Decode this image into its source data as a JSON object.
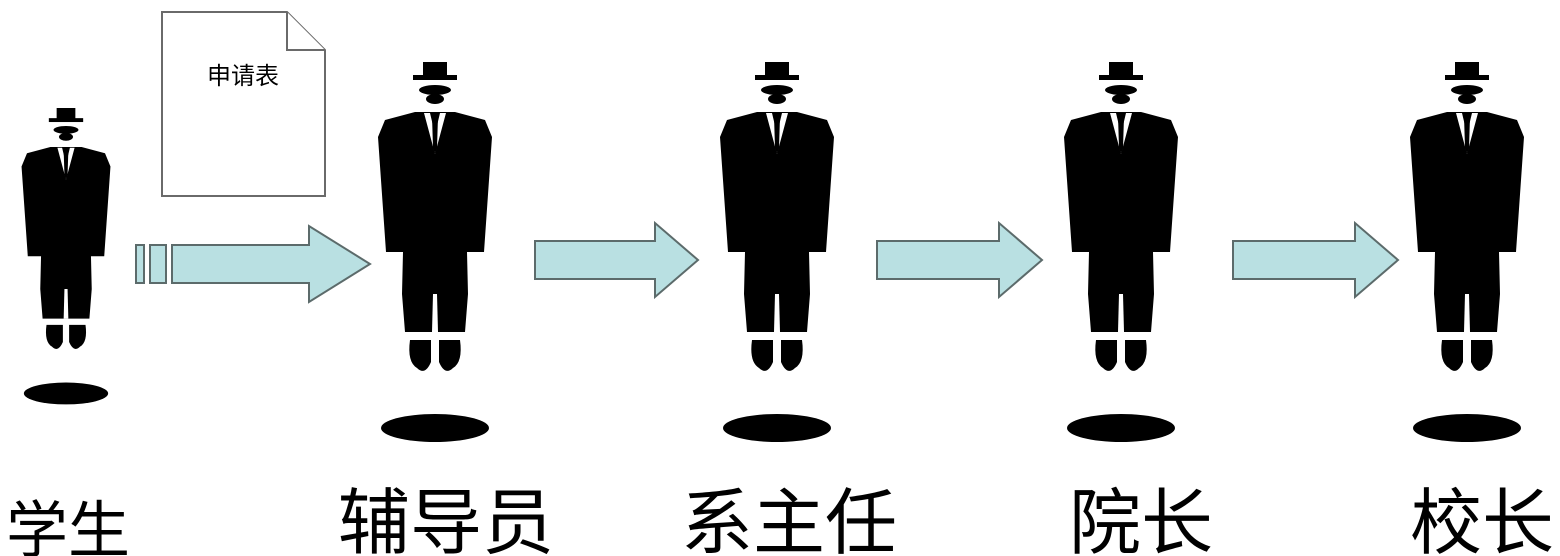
{
  "document": {
    "label": "申请表"
  },
  "roles": [
    {
      "id": "student",
      "label": "学生"
    },
    {
      "id": "counselor",
      "label": "辅导员"
    },
    {
      "id": "department-head",
      "label": "系主任"
    },
    {
      "id": "dean",
      "label": "院长"
    },
    {
      "id": "president",
      "label": "校长"
    }
  ],
  "colors": {
    "arrow_fill": "#b9e0e2",
    "arrow_stroke": "#5c6b6b",
    "figure": "#000000",
    "document_stroke": "#6a6a6a"
  }
}
